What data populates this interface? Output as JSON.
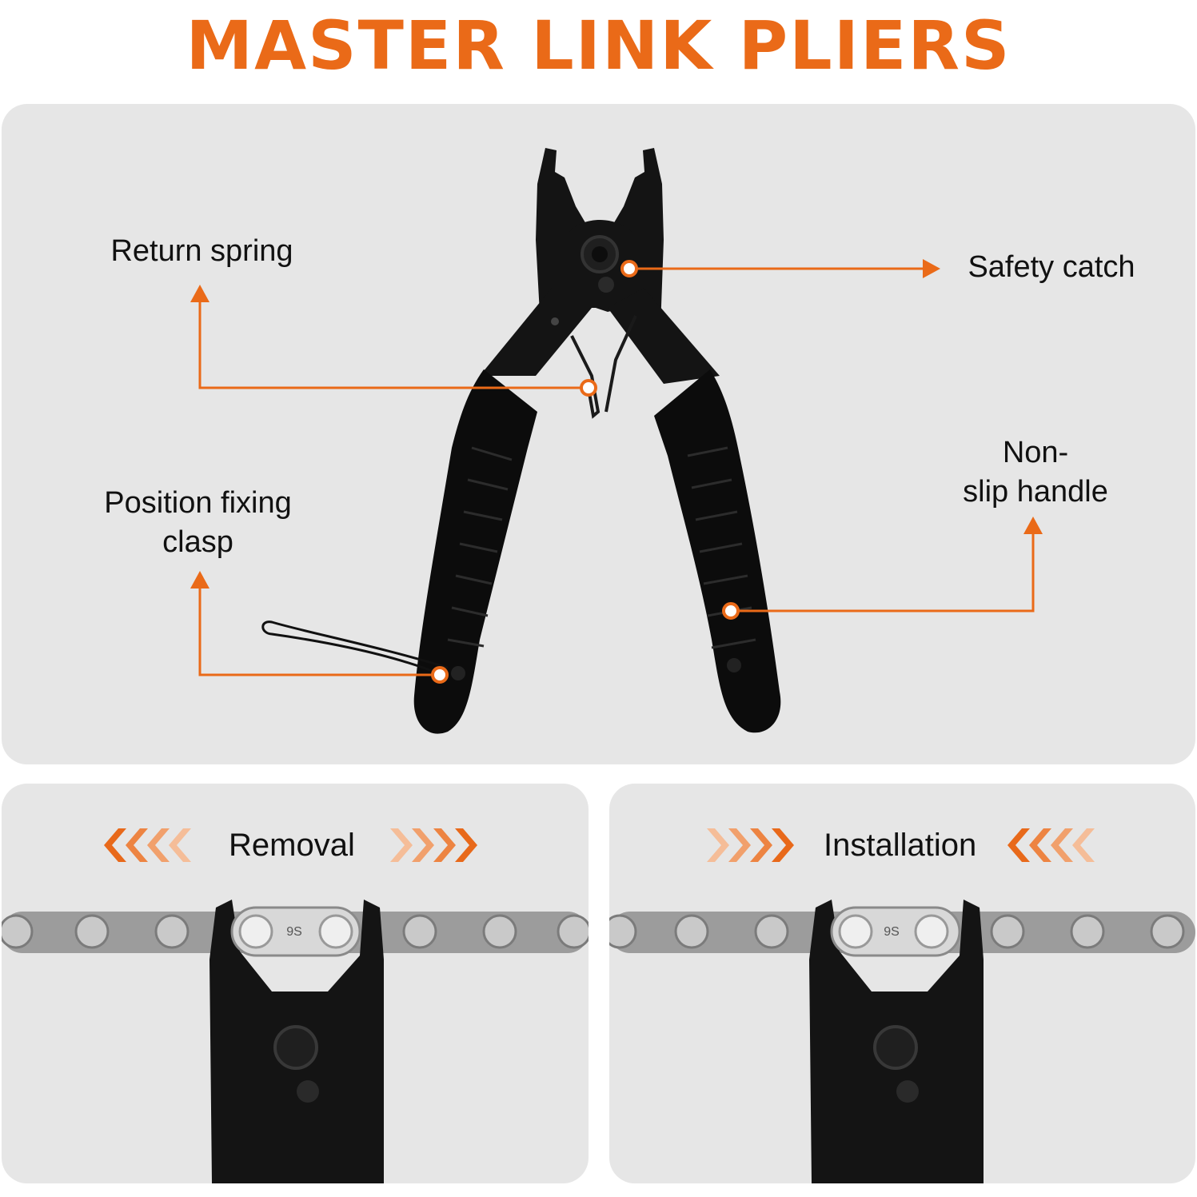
{
  "title": "MASTER LINK PLIERS",
  "colors": {
    "accent": "#ea6a18",
    "panel": "#e6e6e6",
    "tool": "#141414",
    "chain": "#a9a9a9"
  },
  "callouts": {
    "return_spring": "Return spring",
    "safety_catch": "Safety catch",
    "non_slip_line1": "Non-",
    "non_slip_line2": "slip handle",
    "position_line1": "Position fixing",
    "position_line2": "clasp"
  },
  "modes": {
    "removal": "Removal",
    "installation": "Installation"
  },
  "link_marking": "9S",
  "icons": [
    "chevron-left-icon",
    "chevron-right-icon"
  ]
}
